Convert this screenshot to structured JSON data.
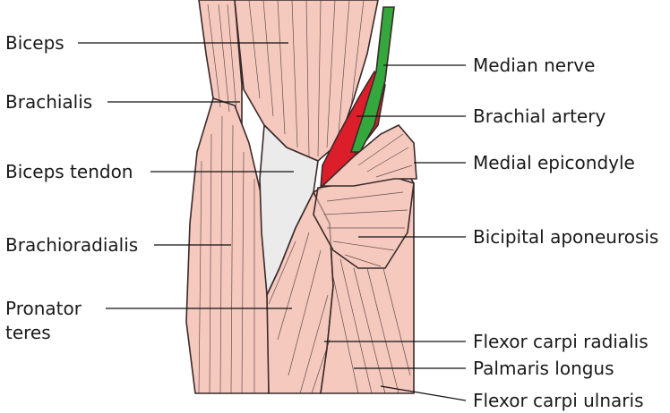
{
  "colors": {
    "muscle": "#f5c9be",
    "muscle_dark": "#eeb5a8",
    "tendon": "#ebebeb",
    "artery": "#dc1e2a",
    "nerve": "#34a83c",
    "outline": "#3a2a2a"
  },
  "labels": {
    "biceps": "Biceps",
    "brachialis": "Brachialis",
    "biceps_tendon": "Biceps tendon",
    "brachioradialis": "Brachioradialis",
    "pronator_teres_line1": "Pronator",
    "pronator_teres_line2": "teres",
    "median_nerve": "Median nerve",
    "brachial_artery": "Brachial artery",
    "medial_epicondyle": "Medial epicondyle",
    "bicipital_aponeurosis": "Bicipital aponeurosis",
    "flexor_carpi_radialis": "Flexor carpi radialis",
    "palmaris_longus": "Palmaris longus",
    "flexor_carpi_ulnaris": "Flexor carpi ulnaris"
  }
}
